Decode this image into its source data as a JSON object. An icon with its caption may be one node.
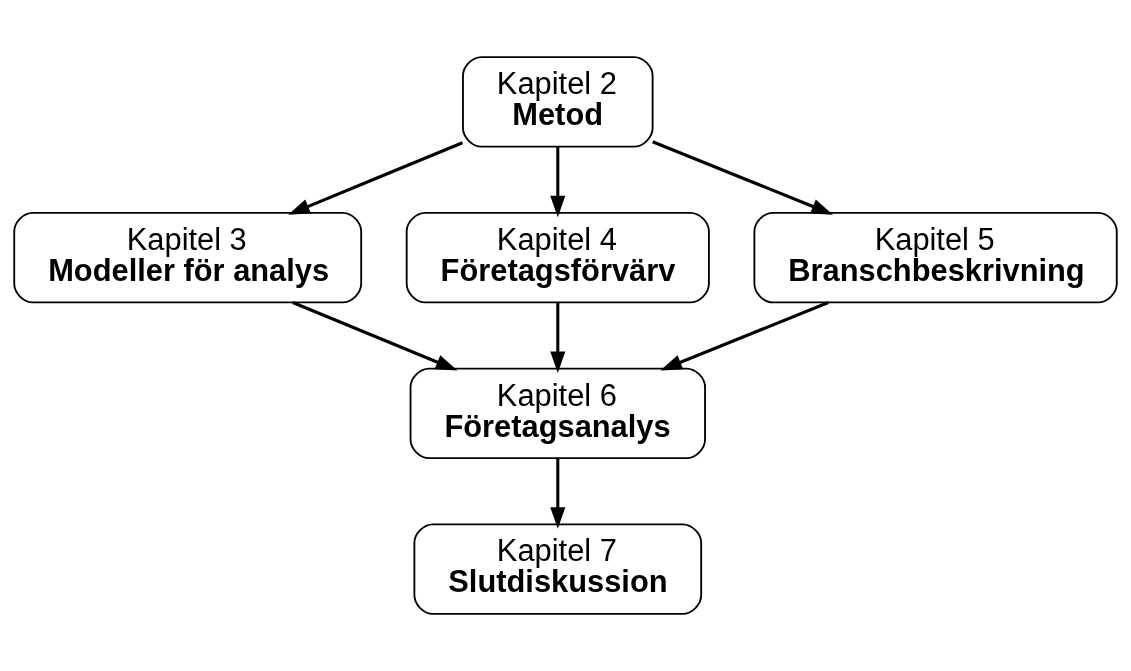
{
  "diagram": {
    "nodes": [
      {
        "text": [
          "Kapitel 2",
          "Metod"
        ]
      },
      {
        "text": [
          "Kapitel 3",
          "Modeller för analys"
        ]
      },
      {
        "text": [
          "Kapitel 4",
          "Företagsförvärv"
        ]
      },
      {
        "text": [
          "Kapitel 5",
          "Branschbeskrivning"
        ]
      },
      {
        "text": [
          "Kapitel 6",
          "Företagsanalys"
        ]
      },
      {
        "text": [
          "Kapitel 7",
          "Slutdiskussion"
        ]
      }
    ],
    "edges": [
      {
        "from": 0,
        "to": 1,
        "arrow": "to"
      },
      {
        "from": 0,
        "to": 2,
        "arrow": "to"
      },
      {
        "from": 0,
        "to": 3,
        "arrow": "to"
      },
      {
        "from": 1,
        "to": 4,
        "arrow": "to"
      },
      {
        "from": 2,
        "to": 4,
        "arrow": "to"
      },
      {
        "from": 3,
        "to": 4,
        "arrow": "to"
      },
      {
        "from": 4,
        "to": 5,
        "arrow": "to"
      }
    ]
  }
}
